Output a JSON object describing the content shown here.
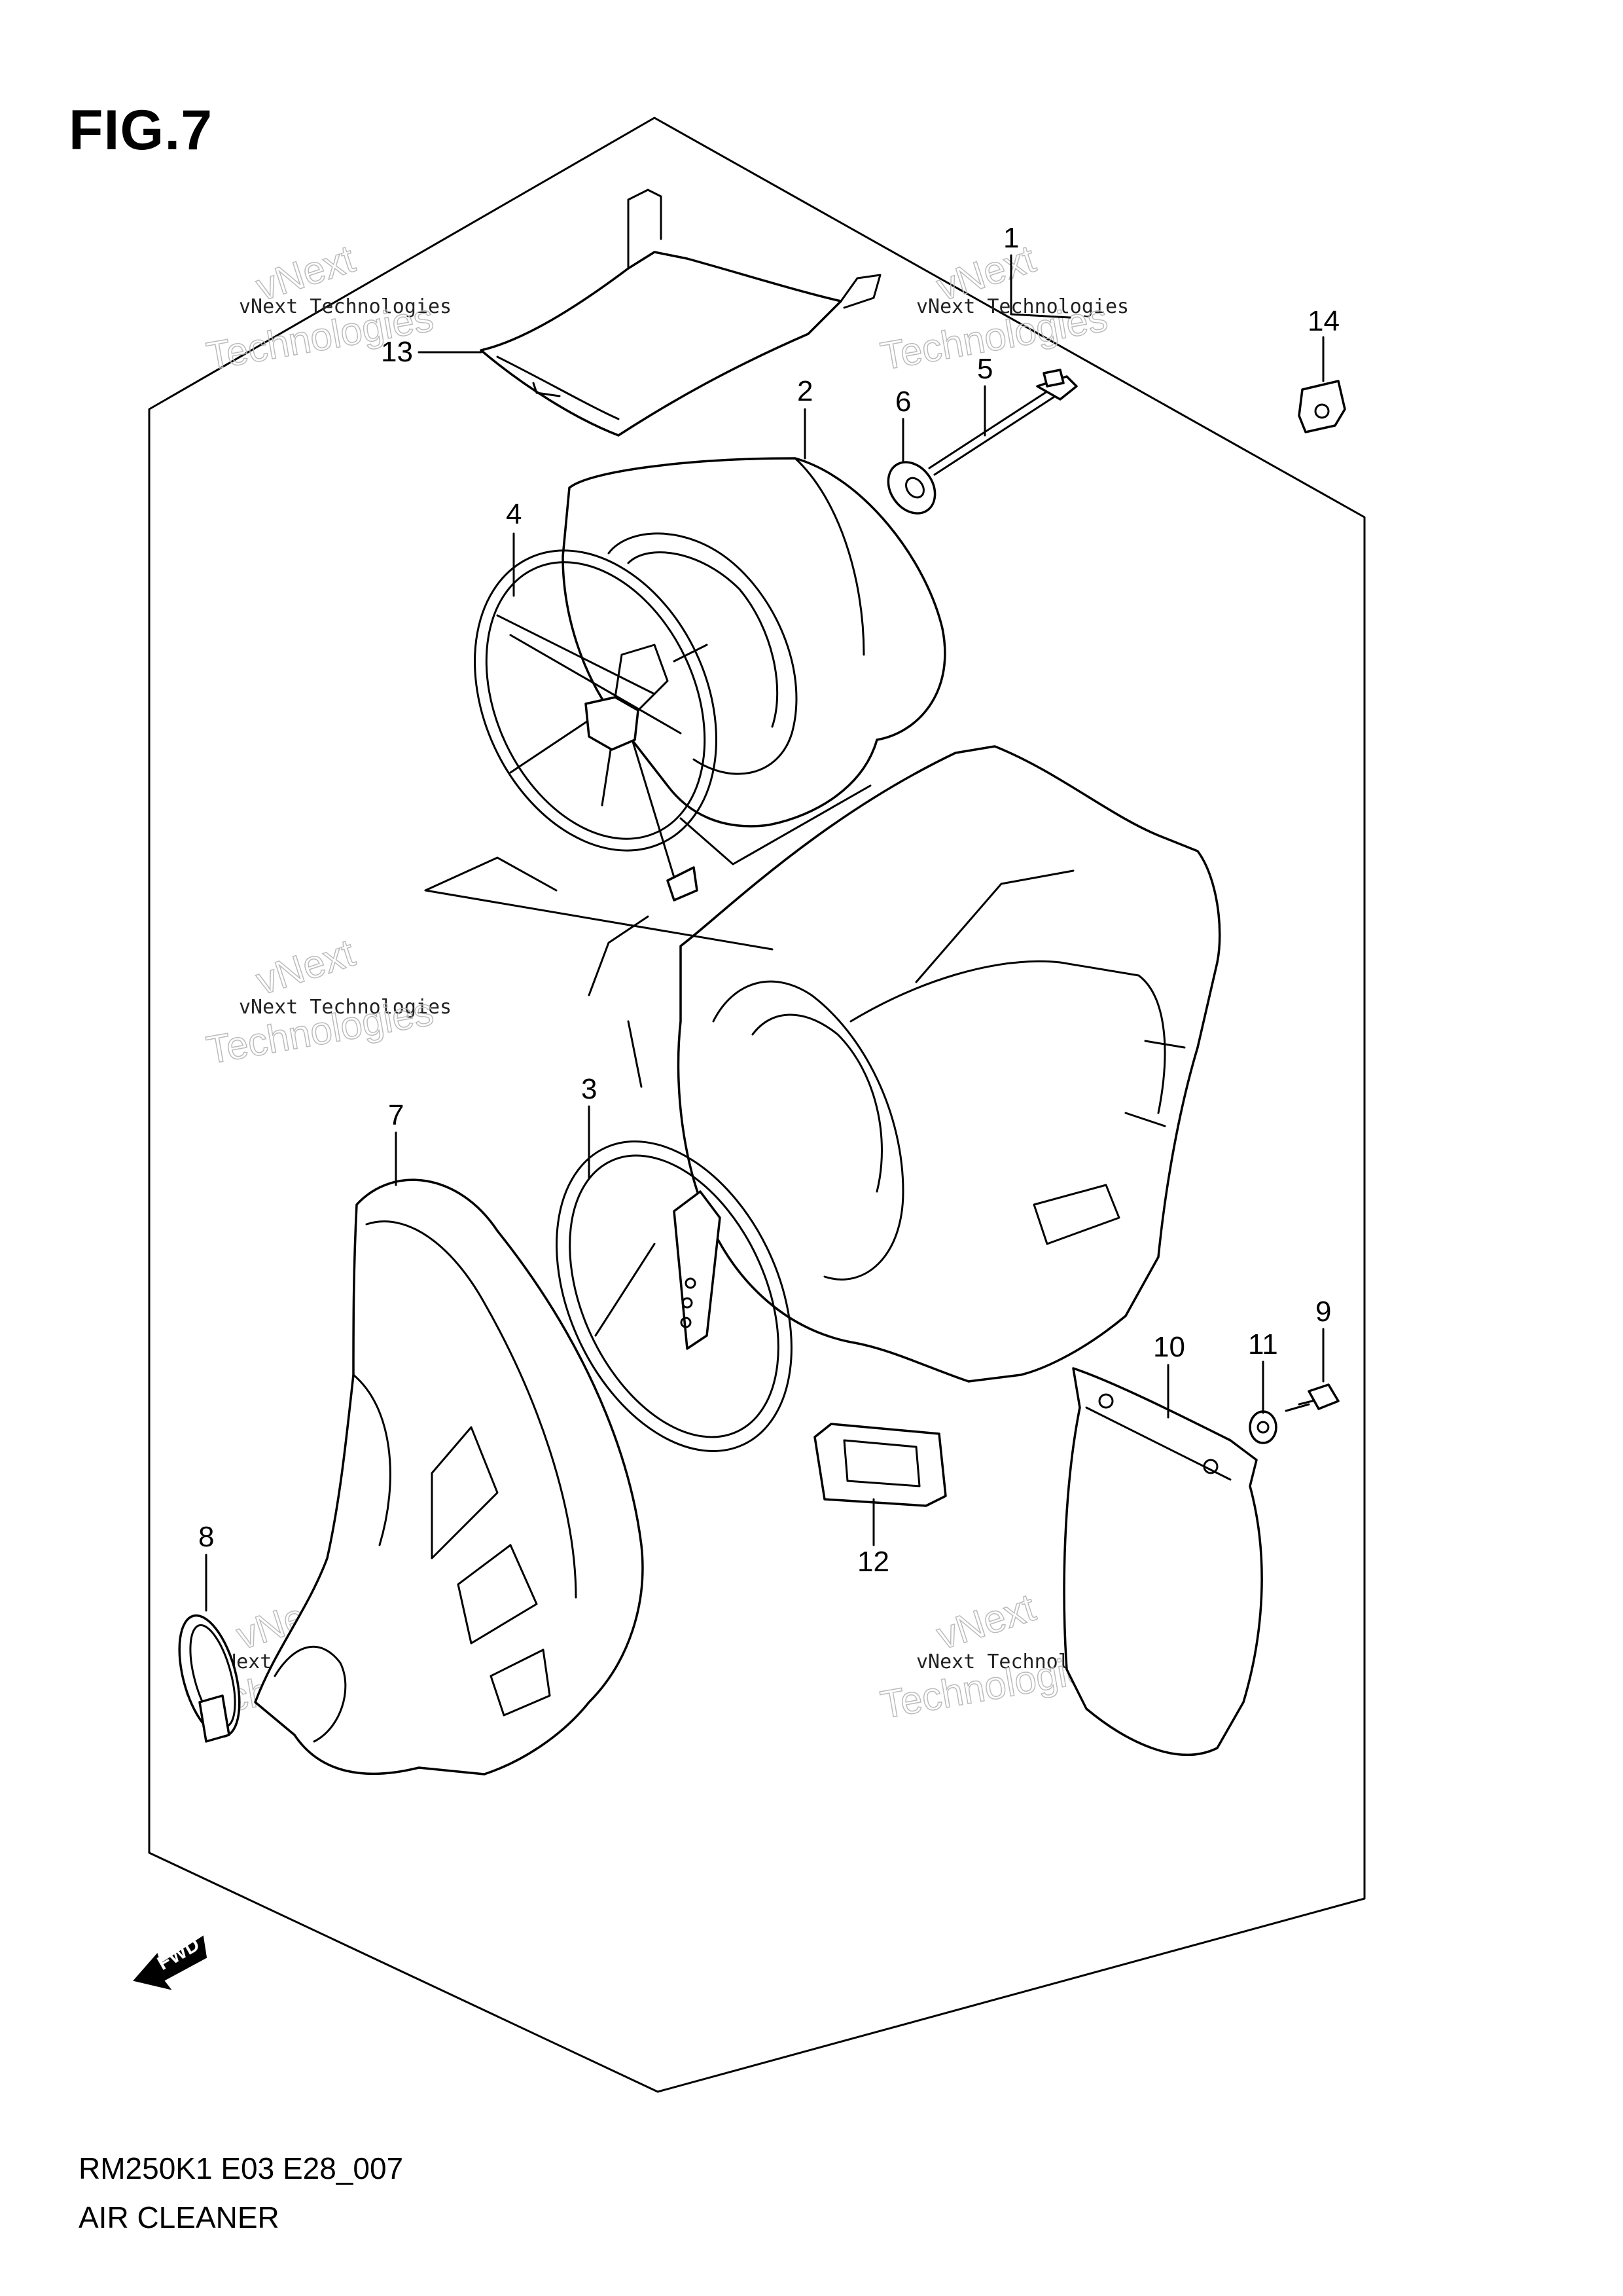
{
  "figure": {
    "title": "FIG.7"
  },
  "caption": {
    "code": "RM250K1 E03 E28_007",
    "name": "AIR CLEANER"
  },
  "watermark": {
    "line1": "vNext Technologies",
    "line2": "Technologies",
    "line3": "vNext"
  },
  "fwd_label": "FWD",
  "callouts": [
    {
      "id": "1",
      "label": "1"
    },
    {
      "id": "2",
      "label": "2"
    },
    {
      "id": "3",
      "label": "3"
    },
    {
      "id": "4",
      "label": "4"
    },
    {
      "id": "5",
      "label": "5"
    },
    {
      "id": "6",
      "label": "6"
    },
    {
      "id": "7",
      "label": "7"
    },
    {
      "id": "8",
      "label": "8"
    },
    {
      "id": "9",
      "label": "9"
    },
    {
      "id": "10",
      "label": "10"
    },
    {
      "id": "11",
      "label": "11"
    },
    {
      "id": "12",
      "label": "12"
    },
    {
      "id": "13",
      "label": "13"
    },
    {
      "id": "14",
      "label": "14"
    }
  ]
}
